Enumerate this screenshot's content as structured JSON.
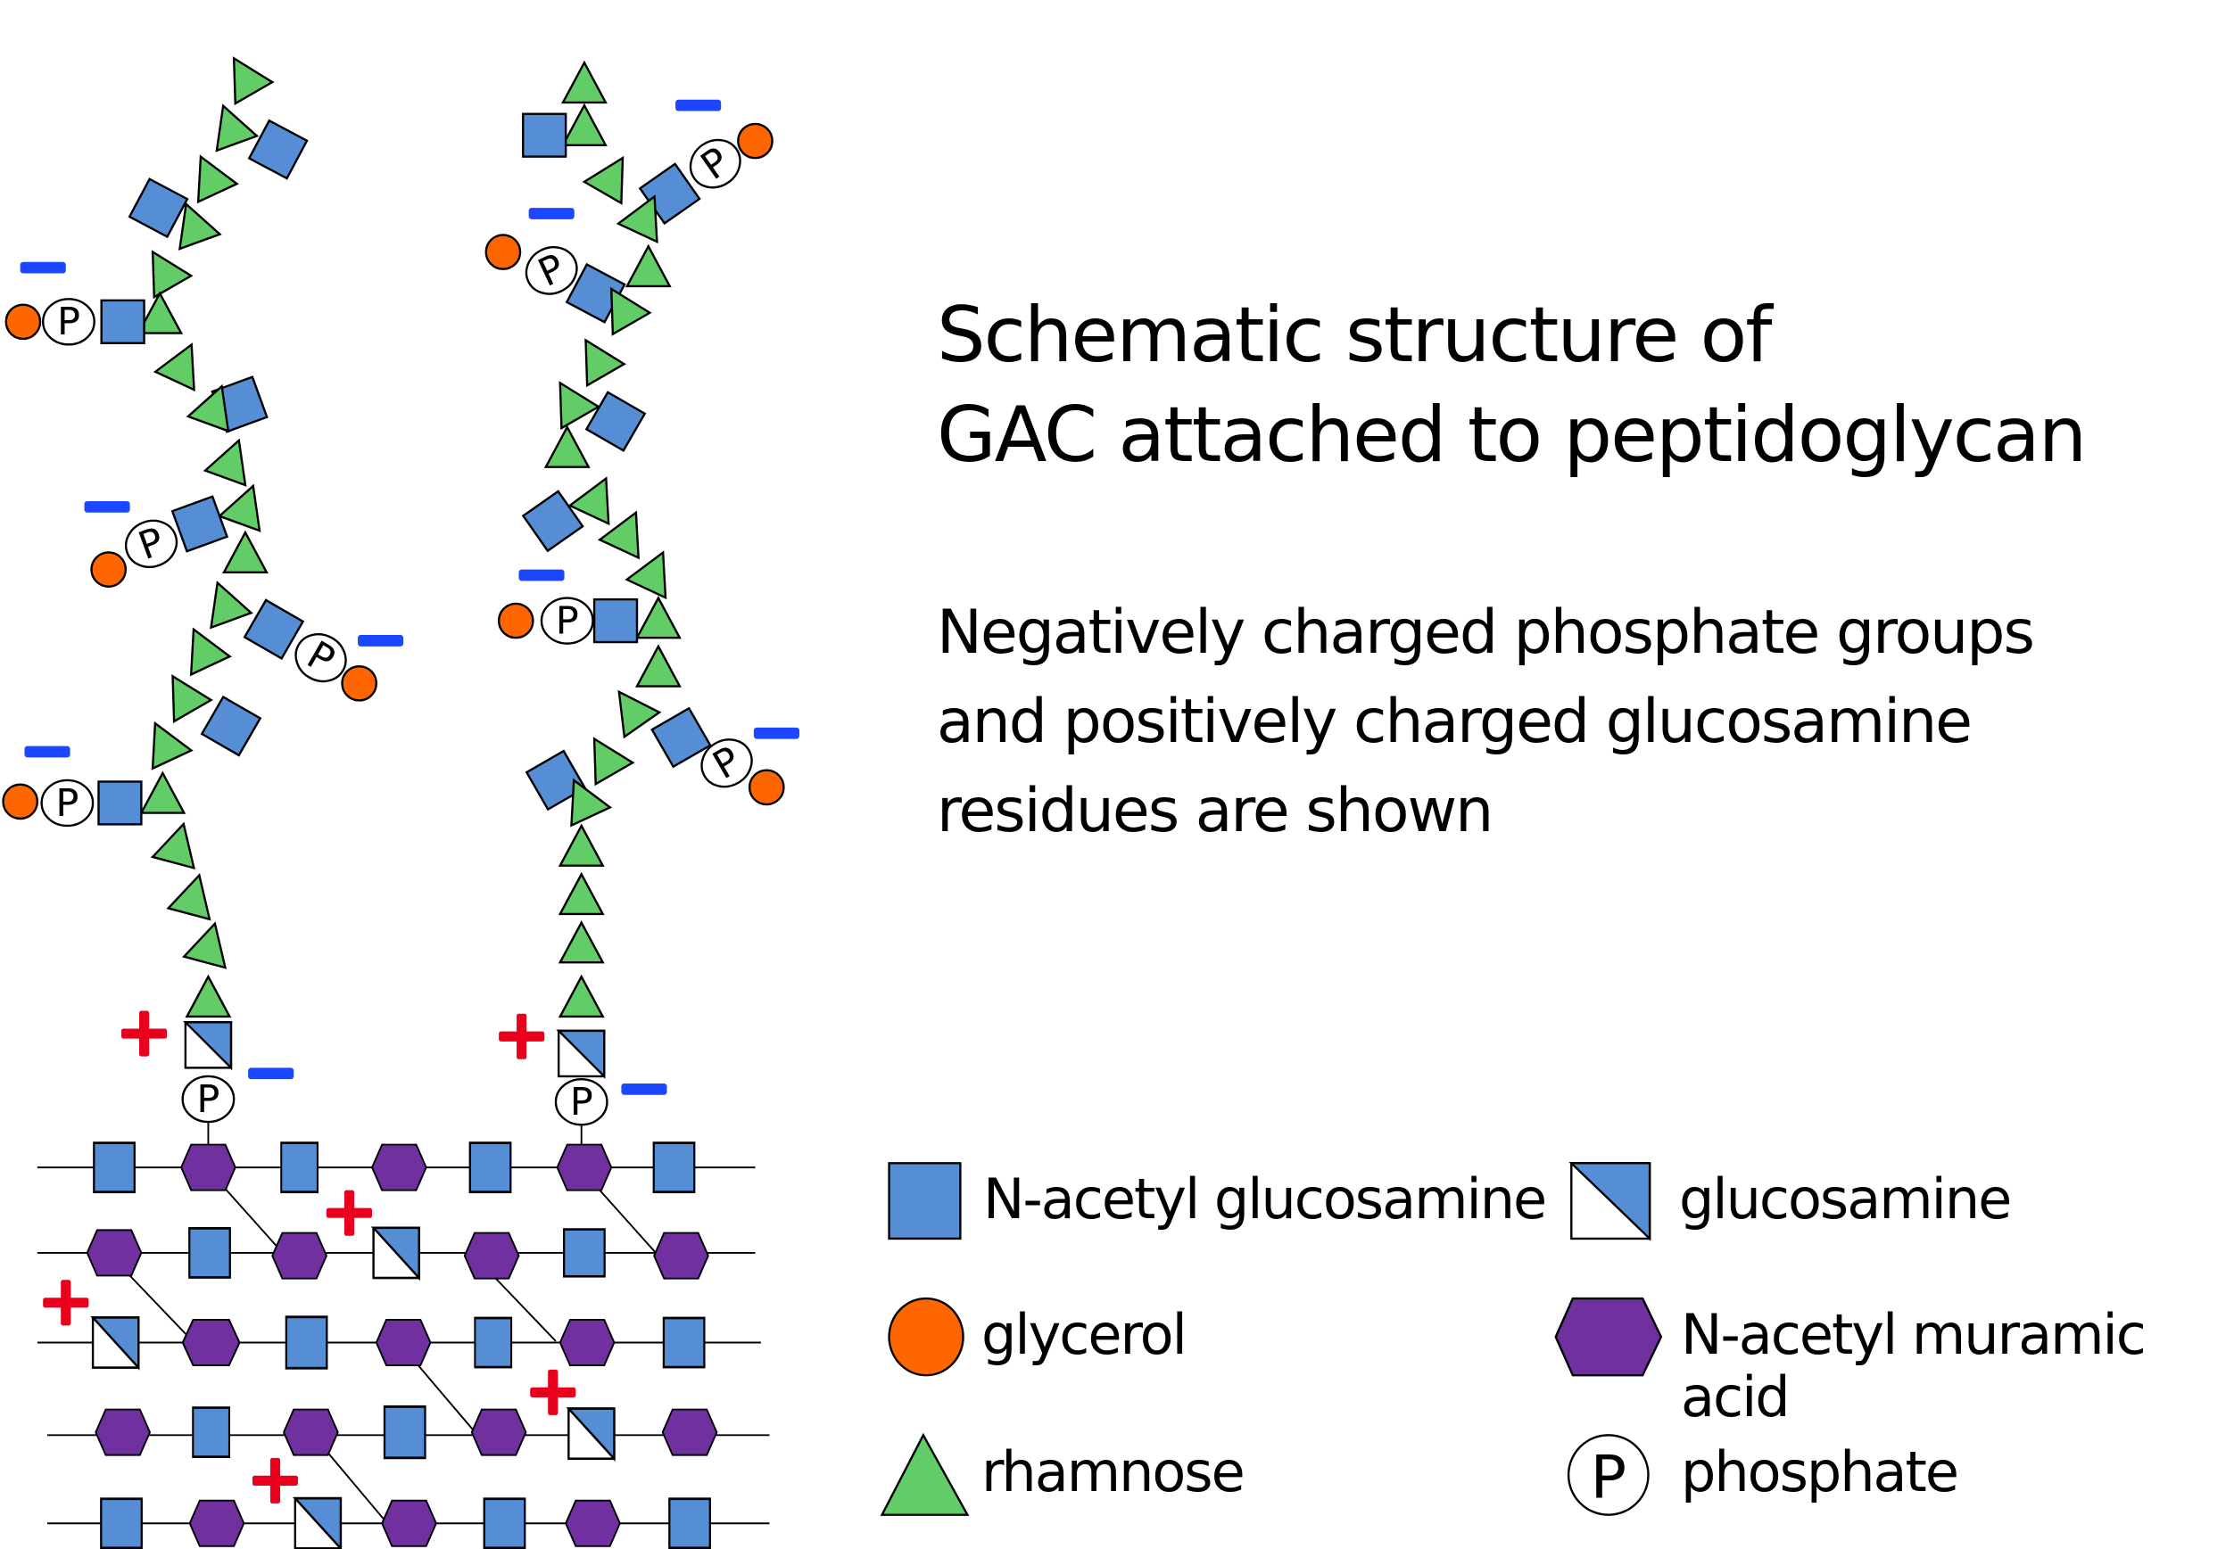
{
  "title": {
    "line1": "Schematic structure of",
    "line2": "GAC attached to peptidoglycan"
  },
  "subtitle": {
    "line1": "Negatively charged phosphate groups",
    "line2": "and positively charged glucosamine",
    "line3": "residues are shown"
  },
  "legend": {
    "items": [
      {
        "shape": "square",
        "label": "N-acetyl glucosamine",
        "color": "#558ED5"
      },
      {
        "shape": "half-square",
        "label": "glucosamine",
        "color": "#558ED5"
      },
      {
        "shape": "circle",
        "label": "glycerol",
        "color": "#FF6600"
      },
      {
        "shape": "hexagon",
        "label": "N-acetyl muramic acid",
        "color": "#7030A0"
      },
      {
        "shape": "triangle",
        "label": "rhamnose",
        "color": "#62CC66"
      },
      {
        "shape": "phosphate-circle",
        "label": "phosphate",
        "symbol": "P"
      }
    ]
  },
  "symbols": {
    "phosphate": "P",
    "negative_charge_color": "#1A47FF",
    "positive_charge_color": "#E8001C"
  },
  "colors": {
    "glcnac": "#558ED5",
    "glycerol": "#FF6600",
    "murnac": "#7030A0",
    "rhamnose": "#62CC66"
  }
}
